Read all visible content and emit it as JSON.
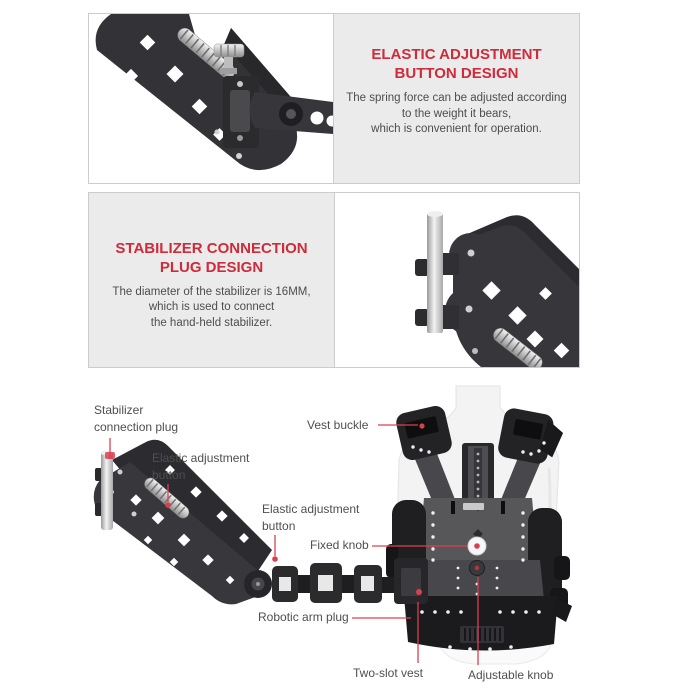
{
  "colors": {
    "accent_red": "#ce2b3b",
    "callout_red": "#d9404f",
    "panel_gray": "#ebebeb",
    "panel_border": "#cccccc",
    "body_text": "#4d4d4d",
    "label_text": "#4f4f4f"
  },
  "cards": [
    {
      "heading_lines": [
        "ELASTIC ADJUSTMENT",
        "BUTTON DESIGN"
      ],
      "body_lines": [
        "The spring force can be adjusted according",
        "to the weight it bears,",
        "which is convenient for operation."
      ],
      "photo": "articulated-arm-with-thumbscrew"
    },
    {
      "heading_lines": [
        "STABILIZER CONNECTION",
        "PLUG DESIGN"
      ],
      "body_lines": [
        "The diameter of the stabilizer is 16MM,",
        "which is used to connect",
        "the hand-held stabilizer."
      ],
      "photo": "arm-with-16mm-connection-pin"
    }
  ],
  "diagram": {
    "labels": [
      {
        "id": "stabilizer-connection-plug",
        "lines": [
          "Stabilizer",
          "connection plug"
        ]
      },
      {
        "id": "vest-buckle",
        "lines": [
          "Vest buckle"
        ]
      },
      {
        "id": "elastic-adjustment-button-upper",
        "lines": [
          "Elastic adjustment",
          "button"
        ]
      },
      {
        "id": "elastic-adjustment-button-elbow",
        "lines": [
          "Elastic adjustment",
          "button"
        ]
      },
      {
        "id": "fixed-knob",
        "lines": [
          "Fixed knob"
        ]
      },
      {
        "id": "robotic-arm-plug",
        "lines": [
          "Robotic arm plug"
        ]
      },
      {
        "id": "two-slot-vest",
        "lines": [
          "Two-slot vest"
        ]
      },
      {
        "id": "adjustable-knob",
        "lines": [
          "Adjustable knob"
        ]
      }
    ]
  }
}
